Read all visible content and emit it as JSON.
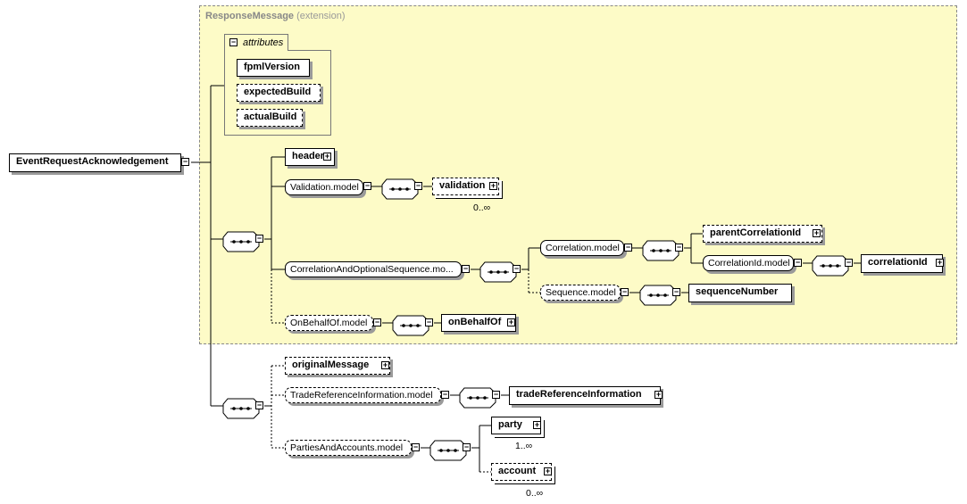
{
  "extension": {
    "name": "ResponseMessage",
    "note": "(extension)"
  },
  "attributes": {
    "label": "attributes",
    "items": [
      "fpmlVersion",
      "expectedBuild",
      "actualBuild"
    ]
  },
  "root": "EventRequestAcknowledgement",
  "elements": {
    "header": "header",
    "validation_model": "Validation.model",
    "validation": "validation",
    "validation_card": "0..∞",
    "corr_seq_model": "CorrelationAndOptionalSequence.mo...",
    "correlation_model": "Correlation.model",
    "parent_correlation_id": "parentCorrelationId",
    "correlation_id_model": "CorrelationId.model",
    "correlation_id": "correlationId",
    "sequence_model": "Sequence.model",
    "sequence_number": "sequenceNumber",
    "on_behalf_of_model": "OnBehalfOf.model",
    "on_behalf_of": "onBehalfOf",
    "original_message": "originalMessage",
    "trade_ref_model": "TradeReferenceInformation.model",
    "trade_ref": "tradeReferenceInformation",
    "parties_model": "PartiesAndAccounts.model",
    "party": "party",
    "party_card": "1..∞",
    "account": "account",
    "account_card": "0..∞"
  },
  "colors": {
    "extension_bg": "#fdfbc7",
    "border": "#000000",
    "shadow": "#9a9a9a"
  }
}
